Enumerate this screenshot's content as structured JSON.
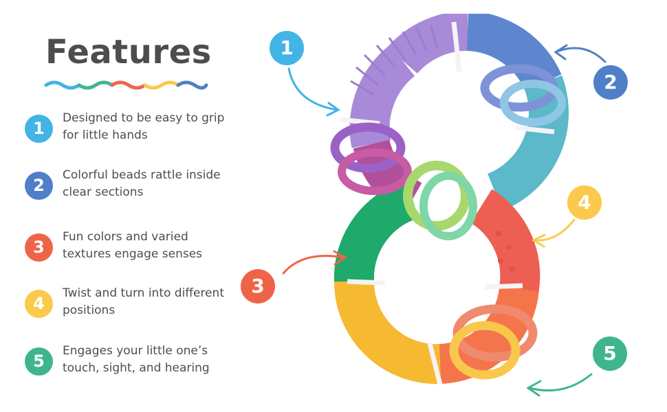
{
  "heading": {
    "title": "Features"
  },
  "colors": {
    "c1": "#42b4e5",
    "c2": "#4f7fc8",
    "c3": "#ef6448",
    "c4": "#fbc94b",
    "c5": "#3fb58f"
  },
  "features": [
    {
      "number": "1",
      "text": "Designed to be easy to grip for little hands"
    },
    {
      "number": "2",
      "text": "Colorful beads rattle inside clear sections"
    },
    {
      "number": "3",
      "text": "Fun colors and varied textures engage senses"
    },
    {
      "number": "4",
      "text": "Twist and turn into different positions"
    },
    {
      "number": "5",
      "text": "Engages your little one’s touch, sight, and hearing"
    }
  ],
  "callouts": [
    "1",
    "2",
    "3",
    "4",
    "5"
  ]
}
